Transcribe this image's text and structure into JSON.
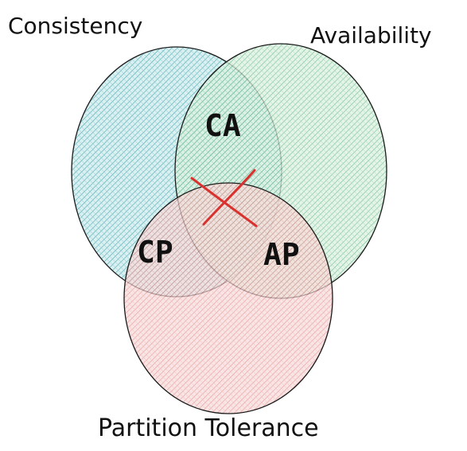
{
  "diagram": {
    "labels": {
      "consistency": "Consistency",
      "availability": "Availability",
      "partition_tolerance": "Partition Tolerance"
    },
    "regions": {
      "ca": "CA",
      "cp": "CP",
      "ap": "AP"
    },
    "center_mark": "cross-icon",
    "colors": {
      "consistency": "#2a9aa5",
      "availability": "#36a65a",
      "partition_tolerance": "#d9534f",
      "cross": "#d9322e",
      "outline": "#1a1a1a"
    }
  }
}
